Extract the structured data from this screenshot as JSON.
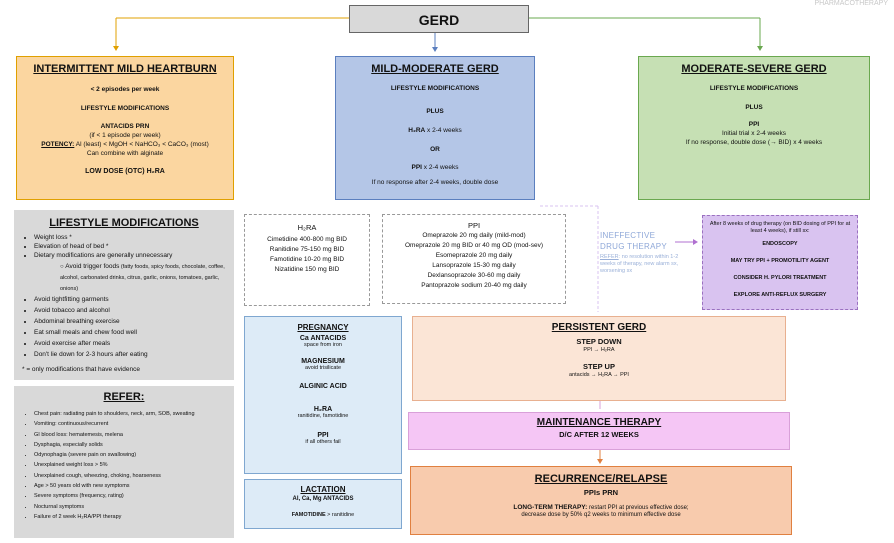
{
  "watermark": "PHARMACOTHERAPY",
  "gerd": {
    "title": "GERD"
  },
  "colors": {
    "yellow_box": "#fbd6a0",
    "yellow_border": "#e0a000",
    "blue_box": "#b4c6e7",
    "blue_border": "#5b7fbf",
    "green_box": "#c6e0b4",
    "green_border": "#6aa84f",
    "gray_box": "#d9d9d9",
    "peach_box": "#fbe5d6",
    "lavender_box": "#d9c3f0",
    "pink_box": "#f5c6f5",
    "orange_box": "#f8cbad",
    "light_blue_box": "#ddebf7"
  },
  "mild": {
    "title": "INTERMITTENT MILD HEARTBURN",
    "line1": "< 2 episodes per week",
    "line2": "LIFESTYLE MODIFICATIONS",
    "line3": "ANTACIDS PRN",
    "line4": "(if < 1 episode per week)",
    "potency_label": "POTENCY:",
    "potency_text": " Al (least) < MgOH < NaHCO₃ < CaCO₃ (most)",
    "line6": "Can combine with alginate",
    "line7": "LOW DOSE (OTC) H₂RA"
  },
  "moderate": {
    "title": "MILD-MODERATE GERD",
    "line1": "LIFESTYLE MODIFICATIONS",
    "line2": "PLUS",
    "line3_bold": "H₂RA",
    "line3_rest": " x 2-4 weeks",
    "line4": "OR",
    "line5_bold": "PPI",
    "line5_rest": " x 2-4 weeks",
    "line6": "If no response after 2-4 weeks, double dose"
  },
  "severe": {
    "title": "MODERATE-SEVERE GERD",
    "line1": "LIFESTYLE MODIFICATIONS",
    "line2": "PLUS",
    "line3": "PPI",
    "line4": "Initial trial x 2-4 weeks",
    "line5": "If no response, double dose (→ BID) x 4 weeks"
  },
  "lifestyle": {
    "title": "LIFESTYLE MODIFICATIONS",
    "items": [
      "Weight loss *",
      "Elevation of head of bed *",
      "Dietary modifications are generally unnecessary"
    ],
    "subitem_bold": "Avoid trigger foods",
    "subitem_small": " (fatty foods, spicy foods, chocolate, coffee, alcohol, carbonated drinks, citrus, garlic, onions, tomatoes, garlic, onions)",
    "items2": [
      "Avoid tightfitting garments",
      "Avoid tobacco and alcohol",
      "Abdominal breathing exercise",
      "Eat small meals and chew food well",
      "Avoid exercise after meals",
      "Don't lie down for 2-3 hours after eating"
    ],
    "footnote": "* = only modifications that have evidence"
  },
  "refer": {
    "title": "REFER:",
    "items": [
      "Chest pain: radiating pain to shoulders, neck, arm, SOB, sweating",
      "Vomiting: continuous/recurrent",
      "GI blood loss: hematemesis, melena",
      "Dysphagia, especially solids",
      "Odynophagia (severe pain on swallowing)",
      "Unexplained weight loss > 5%",
      "Unexplained cough, wheezing, choking, hoarseness",
      "Age > 50 years old with new symptoms",
      "Severe symptoms (frequency, rating)",
      "Nocturnal symptoms",
      "Failure of 2 week H₂RA/PPI therapy"
    ]
  },
  "h2ra": {
    "title": "H₂RA",
    "items": [
      "Cimetidine 400-800 mg BID",
      "Ranitidine 75-150 mg BID",
      "Famotidine 10-20 mg BID",
      "Nizatidine 150 mg BID"
    ]
  },
  "ppi": {
    "title": "PPI",
    "items": [
      "Omeprazole 20 mg daily (mild-mod)",
      "Omeprazole 20 mg BID or 40 mg OD (mod-sev)",
      "Esomeprazole 20 mg daily",
      "Lansoprazole 15-30 mg daily",
      "Dexlansoprazole 30-60 mg daily",
      "Pantoprazole sodium 20-40 mg daily"
    ]
  },
  "ineffective": {
    "title": "INEFFECTIVE\nDRUG THERAPY",
    "refer_label": "REFER",
    "refer_text": ": no resolution within 1-2 weeks of therapy, new alarm sx, worsening sx"
  },
  "after8": {
    "intro": "After 8 weeks of drug therapy (on BID dosing of PPI for at least 4 weeks), if still sx:",
    "items": [
      "ENDOSCOPY",
      "MAY TRY PPI + PROMOTILITY AGENT",
      "CONSIDER H. PYLORI TREATMENT",
      "EXPLORE ANTI-REFLUX SURGERY"
    ]
  },
  "pregnancy": {
    "title": "PREGNANCY",
    "antacids": "Ca ANTACIDS",
    "antacids_note": "space from iron",
    "mag": "MAGNESIUM",
    "mag_note": "avoid trisilicate",
    "alginic": "ALGINIC ACID",
    "h2ra": "H₂RA",
    "h2ra_note": "ranitidine, famotidine",
    "ppi": "PPI",
    "ppi_note": "if all others fail"
  },
  "lactation": {
    "title": "LACTATION",
    "line1": "Al, Ca, Mg ANTACIDS",
    "line2_bold": "FAMOTIDINE",
    "line2_rest": " > ranitidine"
  },
  "persistent": {
    "title": "PERSISTENT GERD",
    "step_down": "STEP DOWN",
    "step_down_text": "PPI → H₂RA",
    "step_up": "STEP UP",
    "step_up_text": "antacids → H₂RA → PPI"
  },
  "maintenance": {
    "title": "MAINTENANCE THERAPY",
    "text": "D/C AFTER 12 WEEKS"
  },
  "recurrence": {
    "title": "RECURRENCE/RELAPSE",
    "line1": "PPIs PRN",
    "longterm_label": "LONG-TERM THERAPY:",
    "longterm_text": " restart PPI at previous effective dose;",
    "line3": "decrease dose by 50% q2 weeks to minimum effective dose"
  }
}
